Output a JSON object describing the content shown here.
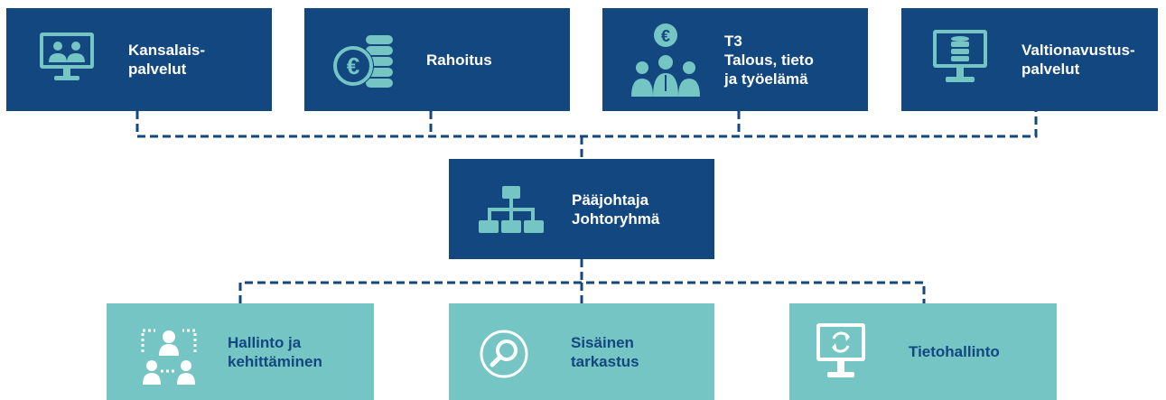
{
  "colors": {
    "dark_box": "#13477f",
    "light_box": "#74c5c4",
    "icon_light": "#74c5c4",
    "connector": "#13477f"
  },
  "top_units": [
    {
      "icon": "users-monitor-icon",
      "lines": [
        "Kansalais-",
        "palvelut"
      ]
    },
    {
      "icon": "euro-coins-icon",
      "lines": [
        "Rahoitus"
      ]
    },
    {
      "icon": "euro-team-icon",
      "lines": [
        "T3",
        "Talous, tieto",
        "ja työelämä"
      ]
    },
    {
      "icon": "database-monitor-icon",
      "lines": [
        "Valtionavustus-",
        "palvelut"
      ]
    }
  ],
  "center_unit": {
    "icon": "org-chart-icon",
    "lines": [
      "Pääjohtaja",
      "Johtoryhmä"
    ]
  },
  "bottom_units": [
    {
      "icon": "people-network-icon",
      "lines": [
        "Hallinto ja",
        "kehittäminen"
      ]
    },
    {
      "icon": "magnifier-icon",
      "lines": [
        "Sisäinen",
        "tarkastus"
      ]
    },
    {
      "icon": "sync-monitor-icon",
      "lines": [
        "Tietohallinto"
      ]
    }
  ]
}
